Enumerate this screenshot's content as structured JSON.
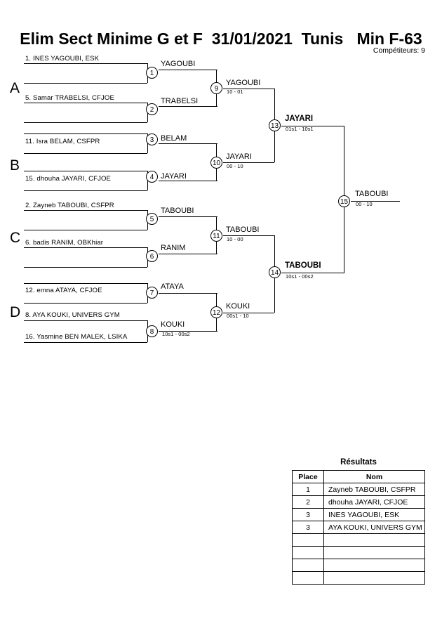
{
  "header": {
    "title": "Elim Sect Minime G et F  31/01/2021  Tunis   Min F-63",
    "competitors_label": "Compétiteurs: 9"
  },
  "sections": [
    {
      "letter": "A"
    },
    {
      "letter": "B"
    },
    {
      "letter": "C"
    },
    {
      "letter": "D"
    }
  ],
  "entrants": [
    {
      "label": "1. INES YAGOUBI, ESK"
    },
    {
      "label": "5. Samar TRABELSI, CFJOE"
    },
    {
      "label": "11. Isra BELAM, CSFPR"
    },
    {
      "label": "15. dhouha JAYARI, CFJOE"
    },
    {
      "label": "2. Zayneb TABOUBI, CSFPR"
    },
    {
      "label": "6. badis RANIM, OBKhiar"
    },
    {
      "label": "12. emna ATAYA, CFJOE"
    },
    {
      "label": "8. AYA KOUKI, UNIVERS GYM"
    },
    {
      "label": "16. Yasmine BEN MALEK, LSIKA"
    }
  ],
  "matches": [
    {
      "number": "1",
      "winner": "YAGOUBI",
      "score": ""
    },
    {
      "number": "2",
      "winner": "TRABELSI",
      "score": ""
    },
    {
      "number": "3",
      "winner": "BELAM",
      "score": ""
    },
    {
      "number": "4",
      "winner": "JAYARI",
      "score": ""
    },
    {
      "number": "5",
      "winner": "TABOUBI",
      "score": ""
    },
    {
      "number": "6",
      "winner": "RANIM",
      "score": ""
    },
    {
      "number": "7",
      "winner": "ATAYA",
      "score": ""
    },
    {
      "number": "8",
      "winner": "KOUKI",
      "score": "10s1 - 00s2"
    },
    {
      "number": "9",
      "winner": "YAGOUBI",
      "score": "10 - 01"
    },
    {
      "number": "10",
      "winner": "JAYARI",
      "score": "00 - 10"
    },
    {
      "number": "11",
      "winner": "TABOUBI",
      "score": "10 - 00"
    },
    {
      "number": "12",
      "winner": "KOUKI",
      "score": "00s1 - 10"
    },
    {
      "number": "13",
      "winner": "JAYARI",
      "score": "01s1 - 10s1"
    },
    {
      "number": "14",
      "winner": "TABOUBI",
      "score": "10s1 - 00s2"
    },
    {
      "number": "15",
      "winner": "TABOUBI",
      "score": "00 - 10"
    }
  ],
  "results": {
    "title": "Résultats",
    "columns": [
      "Place",
      "Nom"
    ],
    "rows": [
      {
        "place": "1",
        "nom": "Zayneb TABOUBI, CSFPR"
      },
      {
        "place": "2",
        "nom": "dhouha JAYARI, CFJOE"
      },
      {
        "place": "3",
        "nom": "INES YAGOUBI, ESK"
      },
      {
        "place": "3",
        "nom": "AYA KOUKI, UNIVERS GYM"
      },
      {
        "place": "",
        "nom": ""
      },
      {
        "place": "",
        "nom": ""
      },
      {
        "place": "",
        "nom": ""
      },
      {
        "place": "",
        "nom": ""
      }
    ]
  }
}
